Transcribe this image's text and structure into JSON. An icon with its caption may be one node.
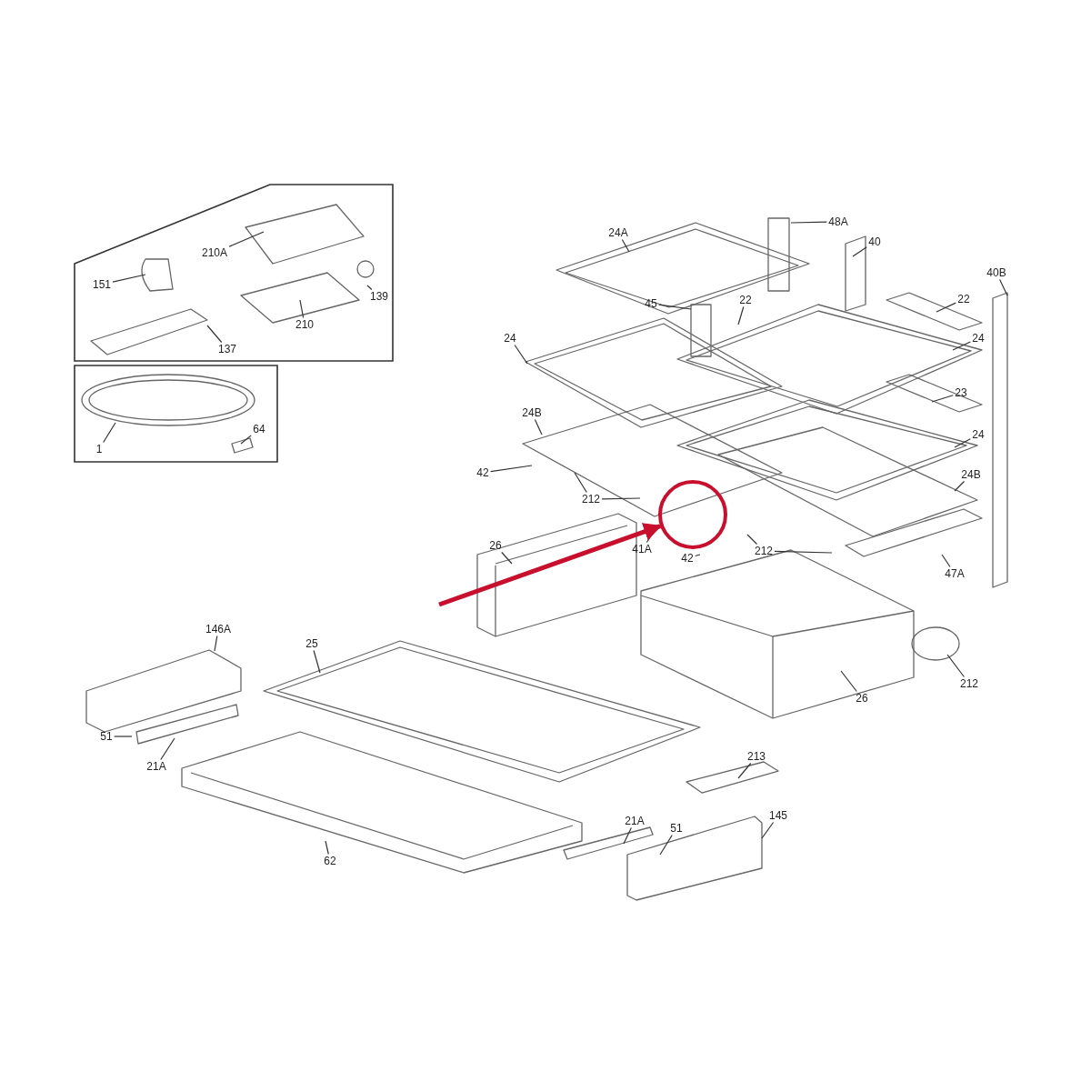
{
  "diagram": {
    "nodes": [
      {
        "text": [],
        "shape": "box"
      },
      {
        "text": [],
        "shape": "box"
      },
      {
        "text": [
          "151"
        ],
        "in": 0
      },
      {
        "text": [
          "210A"
        ],
        "in": 0
      },
      {
        "text": [
          "139"
        ],
        "in": 0
      },
      {
        "text": [
          "210"
        ],
        "in": 0
      },
      {
        "text": [
          "137"
        ],
        "in": 0
      },
      {
        "text": [
          "1"
        ],
        "in": 1
      },
      {
        "text": [
          "64"
        ],
        "in": 1
      },
      {
        "text": [
          "24A"
        ]
      },
      {
        "text": [
          "48A"
        ]
      },
      {
        "text": [
          "40"
        ]
      },
      {
        "text": [
          "40B"
        ]
      },
      {
        "text": [
          "45"
        ]
      },
      {
        "text": [
          "22"
        ]
      },
      {
        "text": [
          "22"
        ]
      },
      {
        "text": [
          "24"
        ]
      },
      {
        "text": [
          "24"
        ]
      },
      {
        "text": [
          "23"
        ]
      },
      {
        "text": [
          "24B"
        ]
      },
      {
        "text": [
          "24"
        ]
      },
      {
        "text": [
          "42"
        ]
      },
      {
        "text": [
          "212"
        ]
      },
      {
        "text": [
          "24B"
        ]
      },
      {
        "text": [
          "26"
        ]
      },
      {
        "text": [
          "41A"
        ]
      },
      {
        "text": [
          "42"
        ]
      },
      {
        "text": [
          "212"
        ]
      },
      {
        "text": [
          "47A"
        ]
      },
      {
        "text": [
          "212"
        ]
      },
      {
        "text": [
          "26"
        ]
      },
      {
        "text": [
          "146A"
        ]
      },
      {
        "text": [
          "25"
        ]
      },
      {
        "text": [
          "51"
        ]
      },
      {
        "text": [
          "21A"
        ]
      },
      {
        "text": [
          "213"
        ]
      },
      {
        "text": [
          "62"
        ]
      },
      {
        "text": [
          "21A"
        ]
      },
      {
        "text": [
          "51"
        ]
      },
      {
        "text": [
          "145"
        ]
      },
      {
        "text": [],
        "shape": "circle"
      }
    ],
    "edges": [
      {
        "from": 2,
        "to": null,
        "arrow": "none"
      },
      {
        "from": 3,
        "to": null,
        "arrow": "none"
      },
      {
        "from": 4,
        "to": null,
        "arrow": "none"
      },
      {
        "from": 5,
        "to": null,
        "arrow": "none"
      },
      {
        "from": 6,
        "to": null,
        "arrow": "none"
      },
      {
        "from": 7,
        "to": null,
        "arrow": "none"
      },
      {
        "from": 8,
        "to": null,
        "arrow": "none"
      },
      {
        "from": 9,
        "to": null,
        "arrow": "none"
      },
      {
        "from": 10,
        "to": null,
        "arrow": "none"
      },
      {
        "from": 11,
        "to": null,
        "arrow": "none"
      },
      {
        "from": 12,
        "to": null,
        "arrow": "none"
      },
      {
        "from": 13,
        "to": null,
        "arrow": "none"
      },
      {
        "from": 14,
        "to": null,
        "arrow": "none"
      },
      {
        "from": 15,
        "to": null,
        "arrow": "none"
      },
      {
        "from": 16,
        "to": null,
        "arrow": "none"
      },
      {
        "from": 17,
        "to": null,
        "arrow": "none"
      },
      {
        "from": 18,
        "to": null,
        "arrow": "none"
      },
      {
        "from": 19,
        "to": null,
        "arrow": "none"
      },
      {
        "from": 20,
        "to": null,
        "arrow": "none"
      },
      {
        "from": 21,
        "to": null,
        "arrow": "none"
      },
      {
        "from": 22,
        "to": null,
        "arrow": "none"
      },
      {
        "from": 22,
        "to": null,
        "arrow": "none"
      },
      {
        "from": 23,
        "to": null,
        "arrow": "none"
      },
      {
        "from": 24,
        "to": null,
        "arrow": "none"
      },
      {
        "from": 25,
        "to": null,
        "arrow": "none"
      },
      {
        "from": 26,
        "to": null,
        "arrow": "none"
      },
      {
        "from": 27,
        "to": null,
        "arrow": "none"
      },
      {
        "from": 27,
        "to": null,
        "arrow": "none"
      },
      {
        "from": 28,
        "to": null,
        "arrow": "none"
      },
      {
        "from": 29,
        "to": null,
        "arrow": "none"
      },
      {
        "from": 30,
        "to": null,
        "arrow": "none"
      },
      {
        "from": 31,
        "to": null,
        "arrow": "none"
      },
      {
        "from": 32,
        "to": null,
        "arrow": "none"
      },
      {
        "from": 33,
        "to": null,
        "arrow": "none"
      },
      {
        "from": 34,
        "to": null,
        "arrow": "none"
      },
      {
        "from": 35,
        "to": null,
        "arrow": "none"
      },
      {
        "from": 36,
        "to": null,
        "arrow": "none"
      },
      {
        "from": 37,
        "to": null,
        "arrow": "none"
      },
      {
        "from": 38,
        "to": null,
        "arrow": "none"
      },
      {
        "from": 39,
        "to": null,
        "arrow": "none"
      },
      {
        "from": null,
        "to": 40,
        "arrow": "to",
        "style": "thick",
        "color": "#c8102e"
      }
    ]
  }
}
